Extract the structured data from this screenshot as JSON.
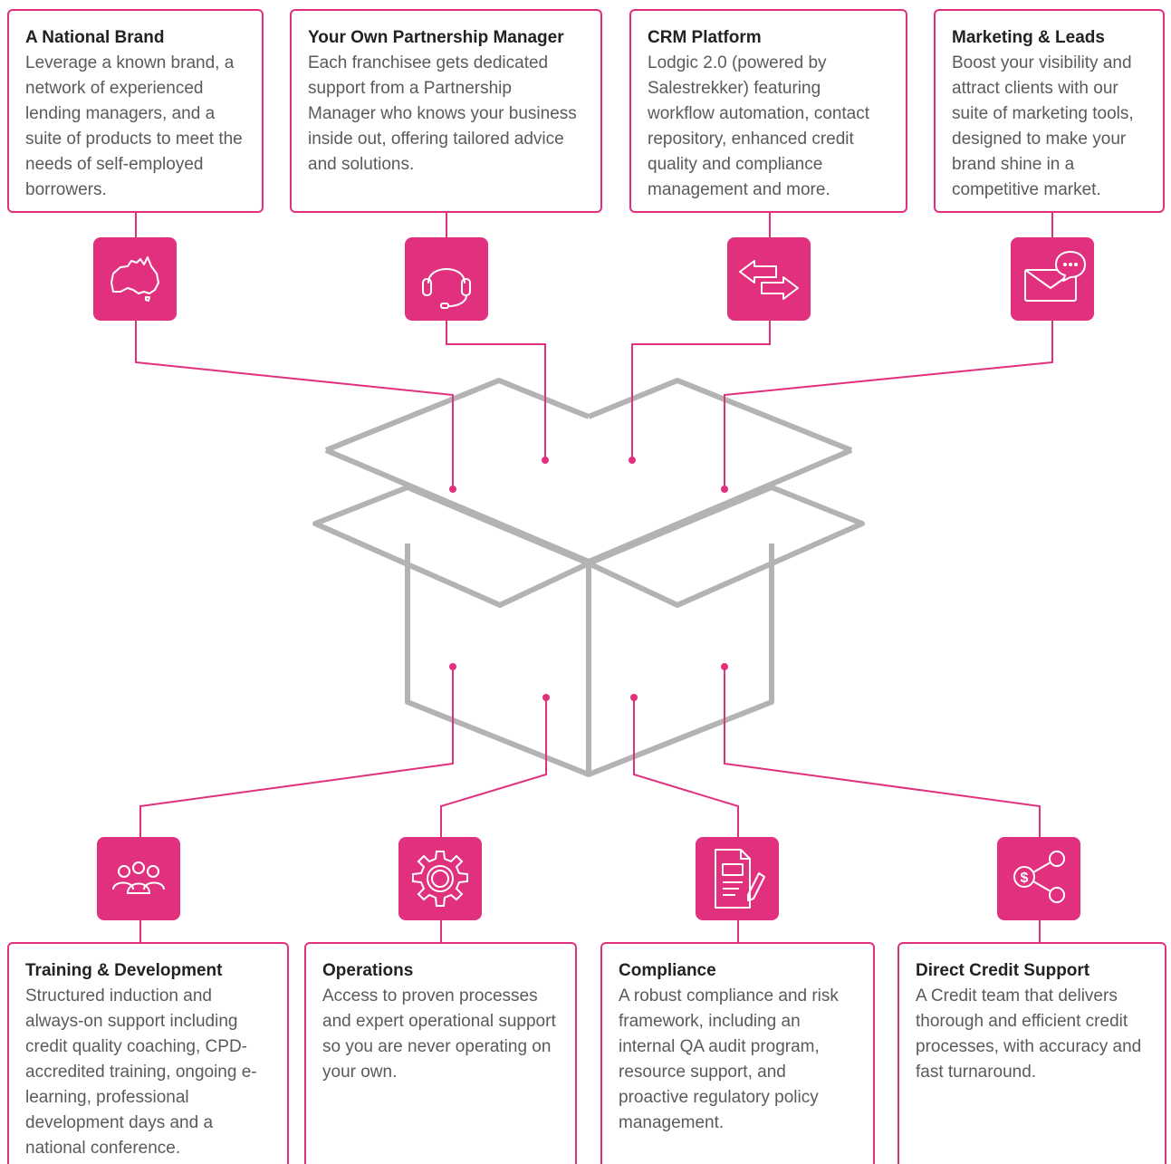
{
  "colors": {
    "accent": "#e1317e",
    "box": "#b3b3b3",
    "text": "#4a4a4a"
  },
  "top_features": [
    {
      "title": "A National Brand",
      "body": "Leverage a known brand, a network of experienced lending managers, and a suite of products to meet the needs of self-employed borrowers.",
      "icon": "australia-map-icon"
    },
    {
      "title": "Your Own Partnership Manager",
      "body": "Each franchisee gets dedicated support from a Partnership Manager who knows your business inside out, offering tailored advice and solutions.",
      "icon": "headset-icon"
    },
    {
      "title": "CRM Platform",
      "body": "Lodgic 2.0 (powered by Salestrekker) featuring workflow automation, contact repository, enhanced credit quality and compliance management and more.",
      "icon": "exchange-arrows-icon"
    },
    {
      "title": "Marketing & Leads",
      "body": "Boost your visibility and attract clients with our suite of marketing tools, designed to make your brand shine in a competitive market.",
      "icon": "envelope-chat-icon"
    }
  ],
  "bottom_features": [
    {
      "title": "Training & Development",
      "body": "Structured induction and always-on support including credit quality coaching, CPD-accredited training, ongoing e-learning, professional development days and a national conference.",
      "icon": "people-group-icon"
    },
    {
      "title": "Operations",
      "body": "Access to proven processes and expert operational support so you are never operating on your own.",
      "icon": "gear-icon"
    },
    {
      "title": "Compliance",
      "body": "A robust compliance and risk framework, including an internal QA audit program, resource support, and proactive regulatory policy management.",
      "icon": "document-pen-icon"
    },
    {
      "title": "Direct Credit Support",
      "body": "A Credit team that delivers thorough and efficient credit processes, with accuracy and fast turnaround.",
      "icon": "dollar-share-icon"
    }
  ]
}
